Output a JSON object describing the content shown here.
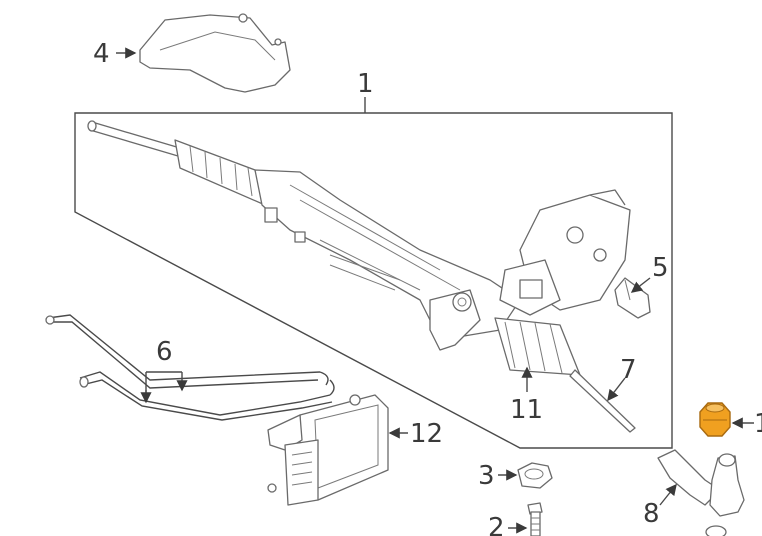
{
  "diagram": {
    "callouts": [
      {
        "id": "1",
        "label": "1"
      },
      {
        "id": "2",
        "label": "2"
      },
      {
        "id": "3",
        "label": "3"
      },
      {
        "id": "4",
        "label": "4"
      },
      {
        "id": "5",
        "label": "5"
      },
      {
        "id": "6",
        "label": "6"
      },
      {
        "id": "7",
        "label": "7"
      },
      {
        "id": "8",
        "label": "8"
      },
      {
        "id": "11",
        "label": "11"
      },
      {
        "id": "12",
        "label": "12"
      },
      {
        "id": "highlight",
        "label": "1"
      }
    ],
    "highlight_color": "#f0a020"
  }
}
